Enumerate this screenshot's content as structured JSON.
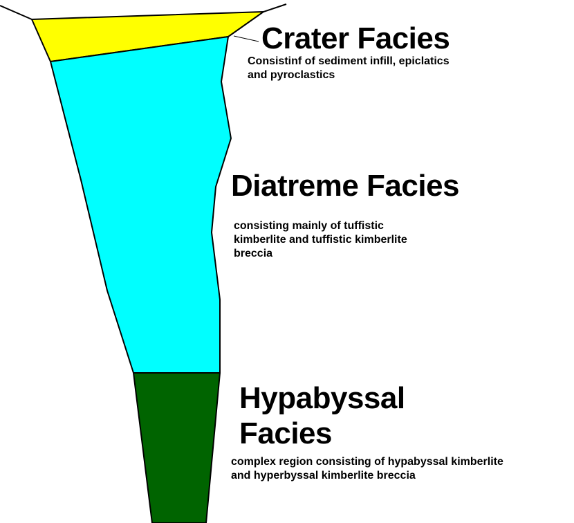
{
  "colors": {
    "crater_fill": "#ffff00",
    "diatreme_fill": "#00ffff",
    "hypabyssal_fill": "#006400",
    "outline": "#000000"
  },
  "crater": {
    "title": "Crater Facies",
    "description_lines": [
      "Consistinf of sediment infill, epiclatics",
      "and pyroclastics"
    ]
  },
  "diatreme": {
    "title": "Diatreme Facies",
    "description_lines": [
      "consisting mainly of tuffistic",
      "kimberlite and tuffistic kimberlite",
      "breccia"
    ]
  },
  "hypabyssal": {
    "title_lines": [
      "Hypabyssal",
      "Facies"
    ],
    "description_lines": [
      "complex region consisting of hypabyssal kimberlite",
      "and hyperbyssal kimberlite breccia"
    ]
  }
}
